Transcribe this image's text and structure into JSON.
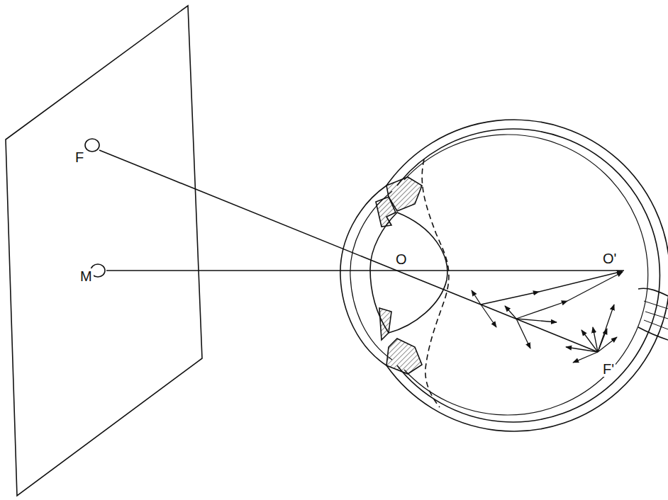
{
  "diagram": {
    "labels": [
      "F",
      "M",
      "O",
      "O'",
      "F'"
    ]
  }
}
